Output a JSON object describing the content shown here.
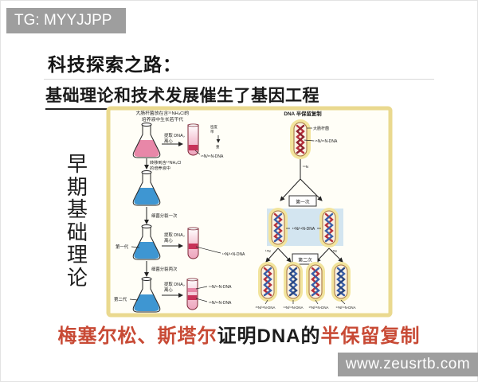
{
  "watermarks": {
    "top_left": "TG: MYYJJPP",
    "bottom_right": "www.zeusrtb.com"
  },
  "header": {
    "title": "科技探索之路：",
    "subtitle": "基础理论和技术发展催生了基因工程"
  },
  "sidebar": {
    "chars": [
      "早",
      "期",
      "基",
      "础",
      "理",
      "论"
    ]
  },
  "experiment": {
    "intro_line1": "大肠杆菌放在含¹⁵NH₄Cl的",
    "intro_line2": "培养液中生长若干代",
    "extract_line1": "提取 DNA，",
    "extract_line2": "离心",
    "band_note_line1": "密度",
    "band_note_line2": "带",
    "band_note_heavy": "重",
    "tube1_label": "¹⁵N/¹⁵N-DNA",
    "transfer_line1": "转移到含¹⁴NH₄Cl",
    "transfer_line2": "的培养液中",
    "divide_once": "细菌分裂一次",
    "gen1_flask_label": "第一代",
    "tube2_label": "¹⁵N/¹⁴N-DNA",
    "divide_twice": "细菌分裂两次",
    "gen2_flask_label": "第二代",
    "tube3_label_top": "¹⁴N/¹⁴N-DNA",
    "tube3_label_bottom": "¹⁵N/¹⁴N-DNA"
  },
  "replication": {
    "title": "DNA 半保留复制",
    "ecoli": "大肠杆菌",
    "parent_label": "¹⁵N/¹⁵N-DNA",
    "medium_label": "¹⁴N",
    "round1_box": "第一次",
    "gen1_label": "¹⁵N/¹⁴N-DNA",
    "round2_box": "第二次",
    "gen2_labels": [
      "¹⁵N/¹⁴N-DNA",
      "¹⁴N/¹⁴N-DNA",
      "¹⁵N/¹⁴N-DNA",
      "¹⁴N/¹⁴N-DNA"
    ]
  },
  "caption": {
    "part1": "梅塞尔松、斯塔尔",
    "part2": "证明DNA的",
    "part3": "半保留复制"
  },
  "colors": {
    "accent_red": "#c84a35",
    "heavy_dna_strand": "#b5303c",
    "light_dna_strand": "#3a5fa8",
    "frame_yellow": "#ead98f",
    "watermark_gray": "#9e9e9e"
  }
}
